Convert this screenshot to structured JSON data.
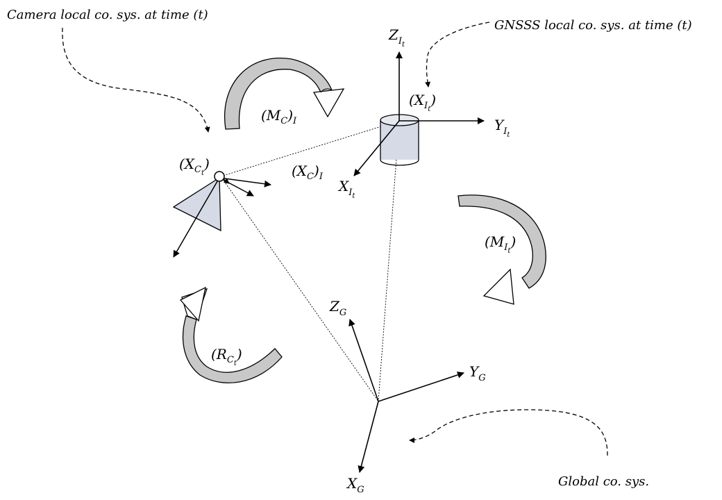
{
  "captions": {
    "camera": "Camera local co. sys. at time (t)",
    "gnss": "GNSSS local co. sys. at time (t)",
    "global": "Global co. sys."
  },
  "labels": {
    "x_ct": {
      "open": "(X",
      "sub": "C",
      "subsub": "t",
      "close": ")"
    },
    "x_it": {
      "open": "(X",
      "sub": "I",
      "subsub": "t",
      "close": ")"
    },
    "m_c": {
      "open": "(M",
      "sub": "C",
      "mid": ")",
      "sub2": "I"
    },
    "x_c": {
      "open": "(X",
      "sub": "C",
      "mid": ")",
      "sub2": "I"
    },
    "m_it": {
      "open": "(M",
      "sub": "I",
      "subsub": "t",
      "close": ")"
    },
    "r_ct": {
      "open": "(R",
      "sub": "C",
      "subsub": "t",
      "close": ")"
    }
  },
  "axes": {
    "z_it": {
      "base": "Z",
      "sub": "I",
      "subsub": "t"
    },
    "y_it": {
      "base": "Y",
      "sub": "I",
      "subsub": "t"
    },
    "x_it": {
      "base": "X",
      "sub": "I",
      "subsub": "t"
    },
    "z_g": {
      "base": "Z",
      "sub": "G"
    },
    "y_g": {
      "base": "Y",
      "sub": "G"
    },
    "x_g": {
      "base": "X",
      "sub": "G"
    }
  }
}
